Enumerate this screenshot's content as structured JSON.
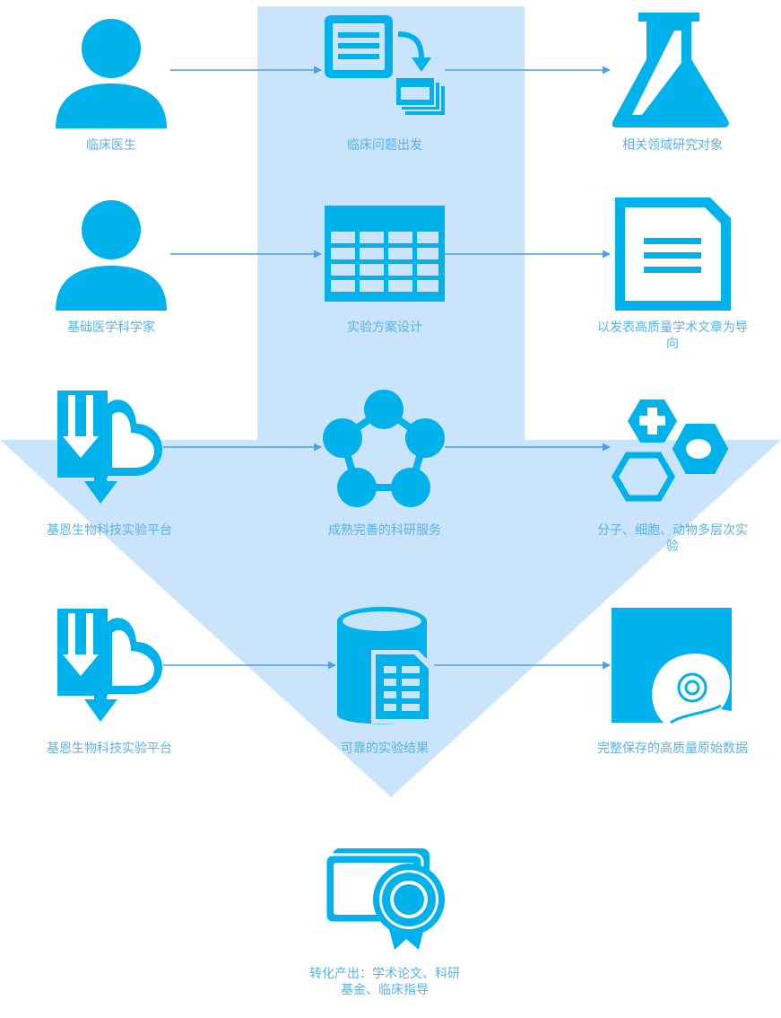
{
  "colors": {
    "icon": "#00b2ec",
    "arrow": "#4e9ee8",
    "band": "#c9e4fb",
    "label": "#5ab2e8"
  },
  "nodes": {
    "clinician": {
      "label": "临床医生",
      "icon": "person-icon"
    },
    "clinical_question": {
      "label": "临床问题出发",
      "icon": "document-transfer-icon"
    },
    "research_object": {
      "label": "相关领域研究对象",
      "icon": "flask-icon"
    },
    "basic_scientist": {
      "label": "基础医学科学家",
      "icon": "person-icon"
    },
    "experiment_design": {
      "label": "实验方案设计",
      "icon": "table-icon"
    },
    "publication_oriented": {
      "label": "以发表高质量学术文章为导向",
      "icon": "document-icon"
    },
    "platform_1": {
      "label": "基恩生物科技实验平台",
      "icon": "download-cloud-icon"
    },
    "research_service": {
      "label": "成熟完善的科研服务",
      "icon": "network-icon"
    },
    "multilevel_experiments": {
      "label": "分子、细胞、动物多层次实验",
      "icon": "hexagon-cells-icon"
    },
    "platform_2": {
      "label": "基恩生物科技实验平台",
      "icon": "download-cloud-icon"
    },
    "reliable_results": {
      "label": "可靠的实验结果",
      "icon": "database-document-icon"
    },
    "raw_data": {
      "label": "完整保存的高质量原始数据",
      "icon": "disc-icon"
    },
    "translation_output": {
      "label": "转化产出：学术论文、科研基金、临床指导",
      "icon": "certificate-icon"
    }
  }
}
